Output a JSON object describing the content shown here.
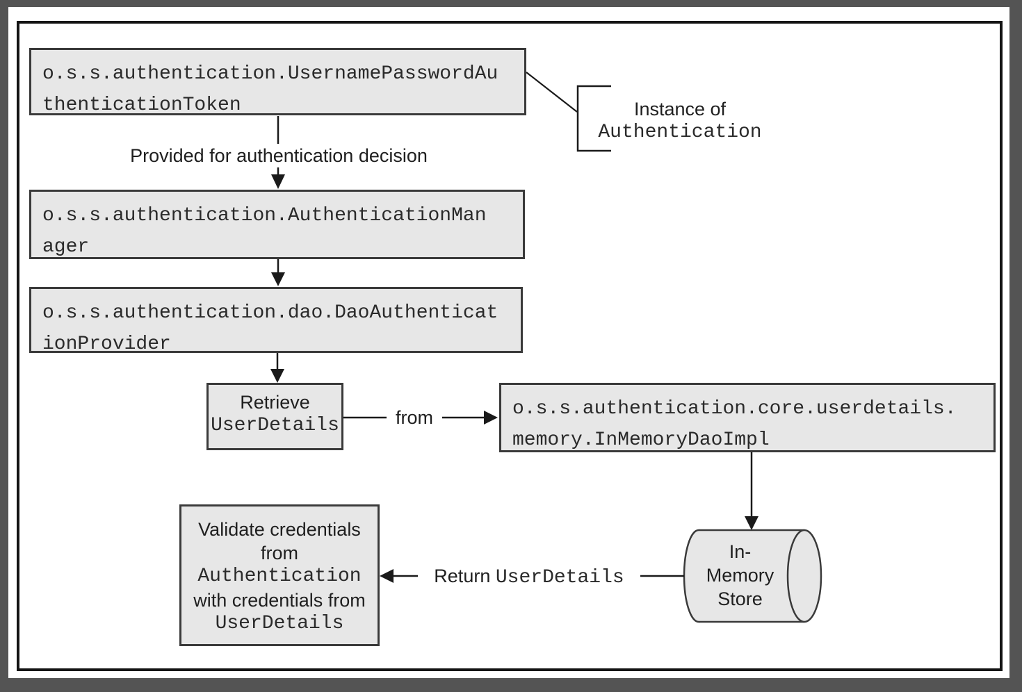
{
  "colors": {
    "outer_bg": "#545454",
    "page_bg": "#ffffff",
    "frame": "#141414",
    "box_fill": "#e7e7e7",
    "box_border": "#3a3a3a",
    "line": "#1a1a1a",
    "text": "#1f1f1f",
    "mono_text": "#2a2a2a"
  },
  "diagram": {
    "boxes": {
      "token": {
        "line1": "o.s.s.authentication.UsernamePasswordAu",
        "line2": "thenticationToken"
      },
      "manager": {
        "line1": "o.s.s.authentication.AuthenticationMan",
        "line2": "ager"
      },
      "provider": {
        "line1": "o.s.s.authentication.dao.DaoAuthenticat",
        "line2": "ionProvider"
      },
      "retrieve": {
        "line1": "Retrieve",
        "line2": "UserDetails"
      },
      "in_memory_dao": {
        "line1": "o.s.s.authentication.core.userdetails.",
        "line2": "memory.InMemoryDaoImpl"
      },
      "validate": {
        "line1": "Validate credentials",
        "line2": "from",
        "line3": "Authentication",
        "line4": "with credentials from",
        "line5": "UserDetails"
      }
    },
    "annotations": {
      "provided": "Provided for authentication decision",
      "instance_of": "Instance of",
      "instance_class": "Authentication",
      "from": "from",
      "return_word": "Return",
      "return_class": "UserDetails"
    },
    "store": {
      "shape": "horizontal-cylinder",
      "line1": "In-",
      "line2": "Memory",
      "line3": "Store"
    }
  }
}
